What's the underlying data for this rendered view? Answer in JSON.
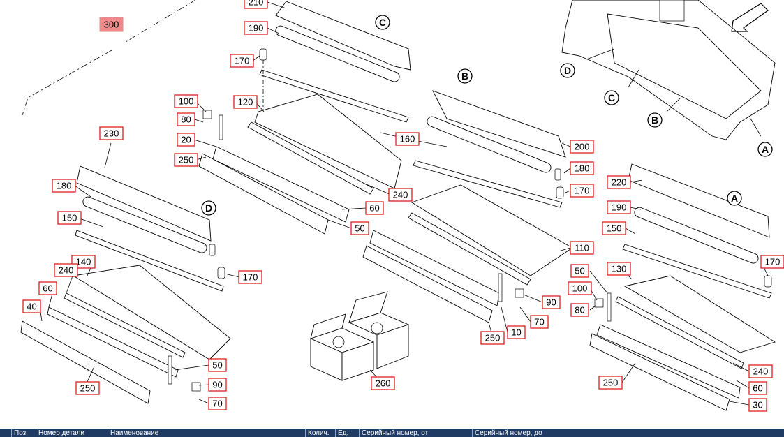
{
  "callouts": {
    "c210": "210",
    "c190a": "190",
    "c170a": "170",
    "c120": "120",
    "c100a": "100",
    "c80a": "80",
    "c20": "20",
    "c250a": "250",
    "c230": "230",
    "c180a": "180",
    "c150a": "150",
    "c140": "140",
    "c240a": "240",
    "c60a": "60",
    "c40": "40",
    "c250b": "250",
    "c50a": "50",
    "c90a": "90",
    "c70a": "70",
    "c170b": "170",
    "c300": "300",
    "c160": "160",
    "c240b": "240",
    "c60b": "60",
    "c50b": "50",
    "c200": "200",
    "c180b": "180",
    "c170c": "170",
    "c110": "110",
    "c90b": "90",
    "c70b": "70",
    "c10": "10",
    "c250c": "250",
    "c260": "260",
    "c220": "220",
    "c190b": "190",
    "c150b": "150",
    "c130": "130",
    "c50c": "50",
    "c100b": "100",
    "c80b": "80",
    "c170d": "170",
    "c240c": "240",
    "c60c": "60",
    "c30": "30",
    "c250d": "250"
  },
  "section_markers": {
    "a_main": "A",
    "b_main": "B",
    "c_main": "C",
    "d_main": "D",
    "a_overview": "A",
    "b_overview": "B",
    "c_overview": "C",
    "d_overview": "D"
  },
  "table": {
    "columns": [
      "",
      "Поз.",
      "Номер детали",
      "Наименование",
      "Колич.",
      "Ед.",
      "Серийный номер, от",
      "Серийный номер, до"
    ]
  },
  "colors": {
    "callout_border": "#e02020",
    "highlight_fill": "#f08a8a",
    "table_header_bg": "#1f3b63"
  }
}
